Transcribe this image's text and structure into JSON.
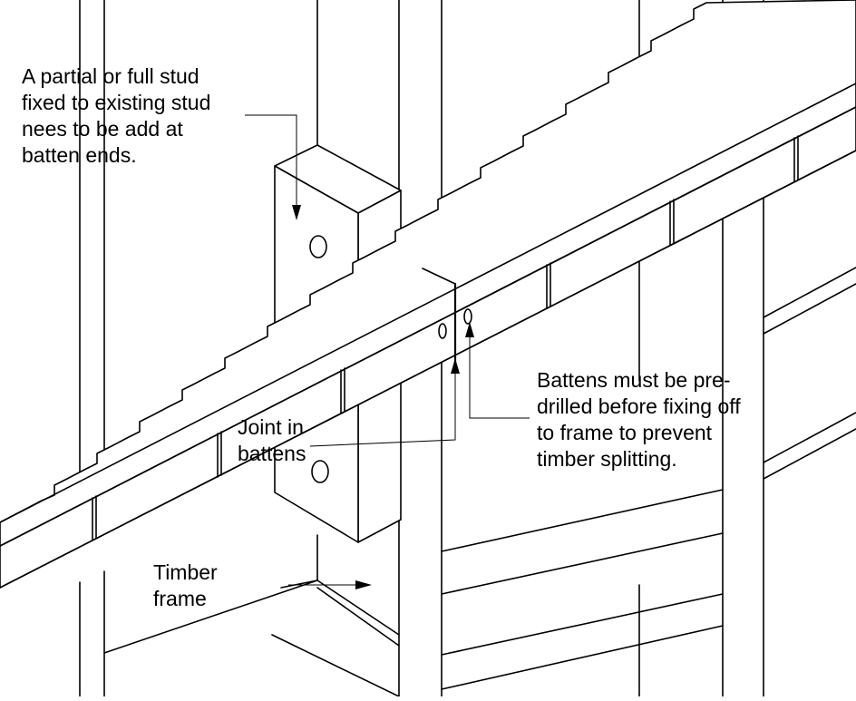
{
  "callouts": {
    "extra_stud": {
      "lines": [
        "A partial or full stud",
        "fixed to existing stud",
        "nees to be add at",
        "batten ends."
      ]
    },
    "joint": {
      "lines": [
        "Joint in",
        "battens"
      ]
    },
    "predrill": {
      "lines": [
        "Battens must be pre-",
        "drilled before fixing off",
        "to frame to prevent",
        "timber splitting."
      ]
    },
    "frame": {
      "lines": [
        "Timber",
        "frame"
      ]
    }
  },
  "colors": {
    "line": "#000000",
    "background": "#ffffff"
  }
}
